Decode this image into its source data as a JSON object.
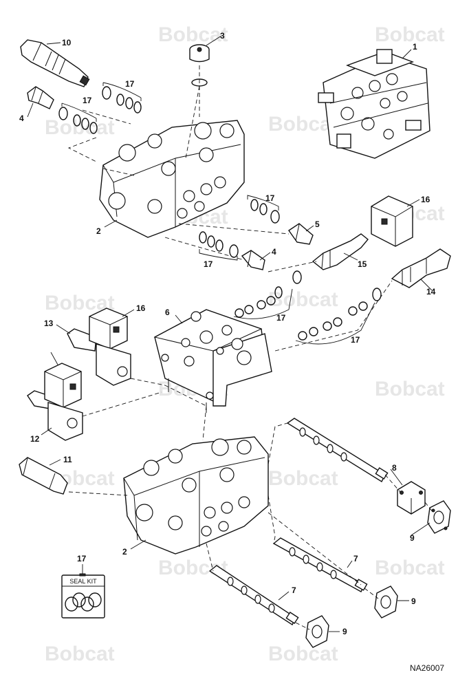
{
  "watermark": "Bobcat",
  "callouts": {
    "c1": "1",
    "c2a": "2",
    "c2b": "2",
    "c3": "3",
    "c4a": "4",
    "c4b": "4",
    "c5": "5",
    "c6": "6",
    "c7a": "7",
    "c7b": "7",
    "c8": "8",
    "c9a": "9",
    "c9b": "9",
    "c9c": "9",
    "c10": "10",
    "c11": "11",
    "c12": "12",
    "c13": "13",
    "c14": "14",
    "c15": "15",
    "c16a": "16",
    "c16b": "16",
    "c17a": "17",
    "c17b": "17",
    "c17c": "17",
    "c17d": "17",
    "c17e": "17",
    "c17f": "17",
    "c17g": "17"
  },
  "seal_kit": {
    "label": "SEAL KIT"
  },
  "reference": "NA26007"
}
